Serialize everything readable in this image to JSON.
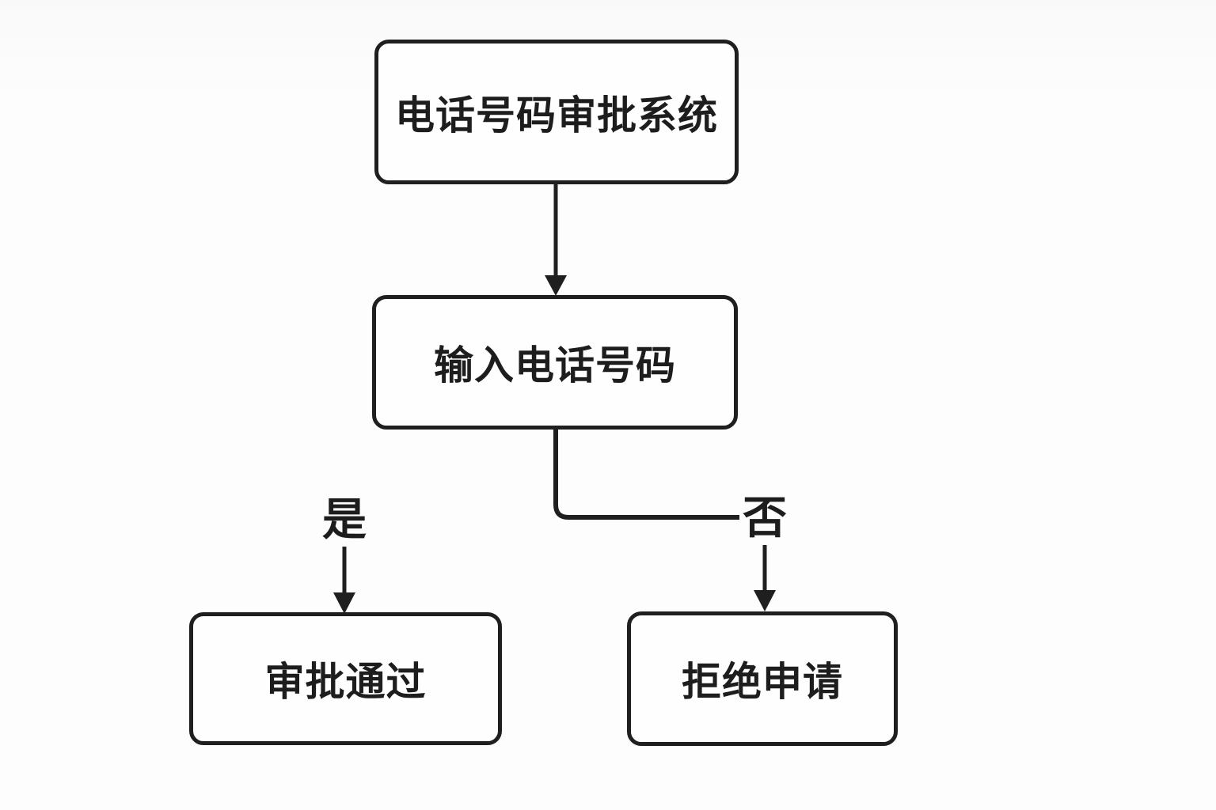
{
  "diagram": {
    "type": "flowchart",
    "nodes": [
      {
        "id": "start",
        "label": "电话号码审批系统",
        "shape": "rounded-rect"
      },
      {
        "id": "input",
        "label": "输入电话号码",
        "shape": "rounded-rect"
      },
      {
        "id": "approve",
        "label": "审批通过",
        "shape": "rounded-rect"
      },
      {
        "id": "reject",
        "label": "拒绝申请",
        "shape": "rounded-rect"
      }
    ],
    "edges": [
      {
        "from": "start",
        "to": "input",
        "label": ""
      },
      {
        "from": "input",
        "to": "approve",
        "label": "是"
      },
      {
        "from": "input",
        "to": "reject",
        "label": "否"
      }
    ],
    "colors": {
      "background": "#fbfbfb",
      "node_fill": "#fefefe",
      "line": "#1f1f1f",
      "text": "#1d1d1d"
    }
  }
}
